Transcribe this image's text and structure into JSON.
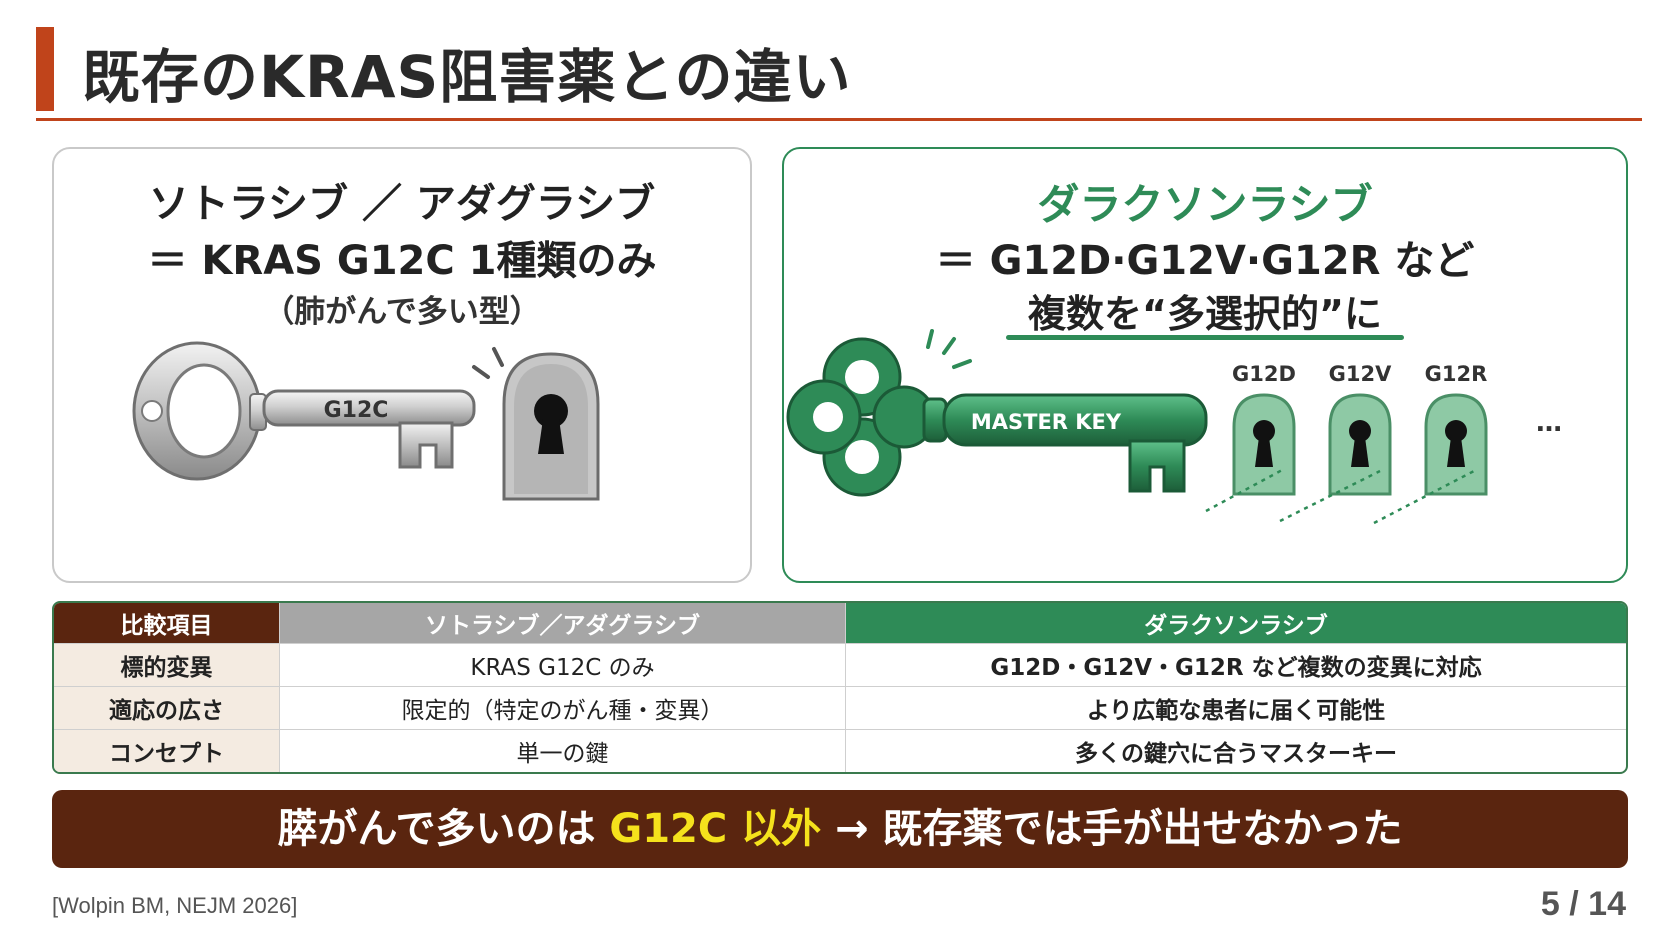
{
  "colors": {
    "accent": "#c0441b",
    "brown": "#5a250f",
    "green": "#2e8b57",
    "gray_header": "#a6a6a6",
    "highlight": "#f5e21c"
  },
  "header": {
    "title": "既存のKRAS阻害薬との違い"
  },
  "left_card": {
    "line1": "ソトラシブ ／ アダグラシブ",
    "line2": "＝ KRAS G12C 1種類のみ",
    "line3": "（肺がんで多い型）",
    "key_label": "G12C",
    "icons": [
      "silver-key-icon",
      "keyhole-icon",
      "click-spark-icon"
    ]
  },
  "right_card": {
    "line1": "ダラクソンラシブ",
    "line2": "＝ G12D·G12V·G12R など",
    "line3": "複数を“多選択的”に",
    "key_label": "MASTER KEY",
    "locks": [
      {
        "label": "G12D"
      },
      {
        "label": "G12V"
      },
      {
        "label": "G12R"
      }
    ],
    "more": "…",
    "icons": [
      "master-key-icon",
      "keyhole-icon",
      "click-spark-icon"
    ]
  },
  "table": {
    "headers": [
      "比較項目",
      "ソトラシブ／アダグラシブ",
      "ダラクソンラシブ"
    ],
    "rows": [
      [
        "標的変異",
        "KRAS G12C のみ",
        "G12D・G12V・G12R など複数の変異に対応"
      ],
      [
        "適応の広さ",
        "限定的（特定のがん種・変異）",
        "より広範な患者に届く可能性"
      ],
      [
        "コンセプト",
        "単一の鍵",
        "多くの鍵穴に合うマスターキー"
      ]
    ]
  },
  "banner": {
    "part1": "膵がんで多いのは ",
    "highlight": "G12C 以外",
    "part2": " → 既存薬では手が出せなかった"
  },
  "footer": {
    "citation": "[Wolpin BM, NEJM 2026]",
    "page": "5 / 14"
  }
}
